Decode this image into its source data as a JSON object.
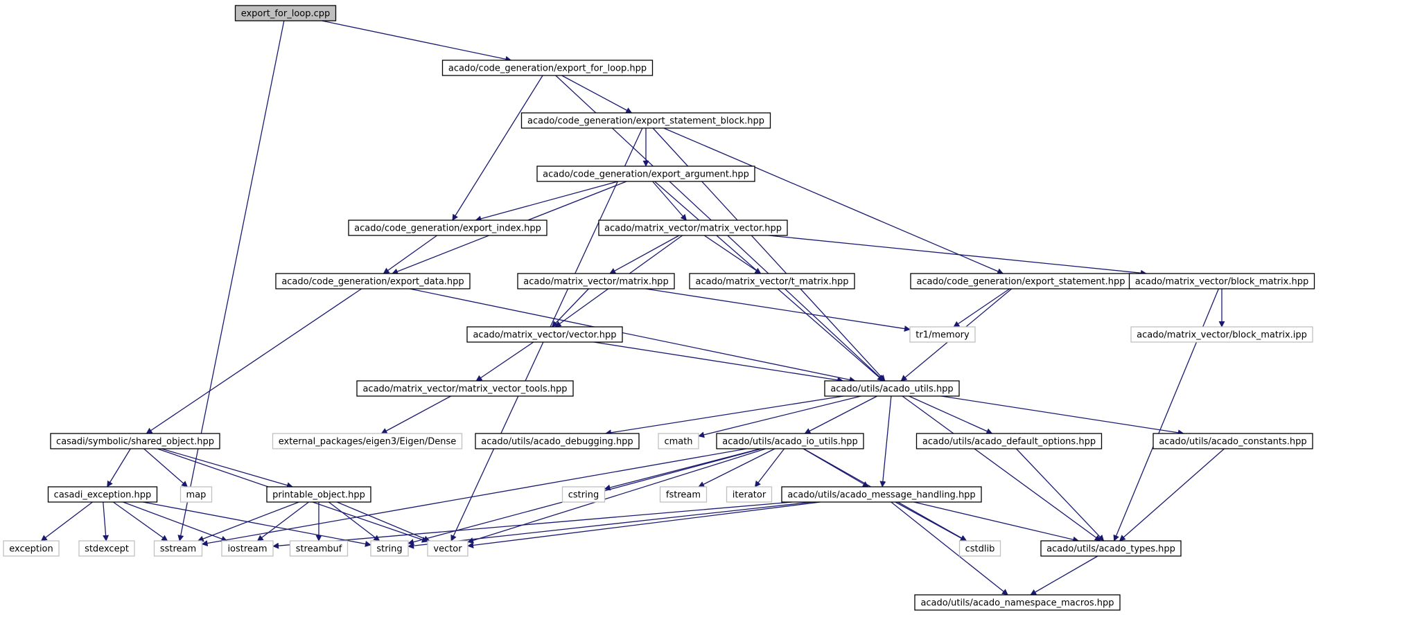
{
  "graph": {
    "colors": {
      "edge": "#191970",
      "root_fill": "#bfbfbf",
      "node_border": "#000000",
      "external_border": "#bfbfbf",
      "text": "#000000"
    },
    "nodes": [
      {
        "id": "root",
        "label": "export_for_loop.cpp",
        "kind": "root"
      },
      {
        "id": "efl_hpp",
        "label": "acado/code_generation/export_for_loop.hpp",
        "kind": "internal"
      },
      {
        "id": "esb",
        "label": "acado/code_generation/export_statement_block.hpp",
        "kind": "internal"
      },
      {
        "id": "earg",
        "label": "acado/code_generation/export_argument.hpp",
        "kind": "internal"
      },
      {
        "id": "eidx",
        "label": "acado/code_generation/export_index.hpp",
        "kind": "internal"
      },
      {
        "id": "mvmv",
        "label": "acado/matrix_vector/matrix_vector.hpp",
        "kind": "internal"
      },
      {
        "id": "edata",
        "label": "acado/code_generation/export_data.hpp",
        "kind": "internal"
      },
      {
        "id": "mvm",
        "label": "acado/matrix_vector/matrix.hpp",
        "kind": "internal"
      },
      {
        "id": "mvt",
        "label": "acado/matrix_vector/t_matrix.hpp",
        "kind": "internal"
      },
      {
        "id": "estmt",
        "label": "acado/code_generation/export_statement.hpp",
        "kind": "internal"
      },
      {
        "id": "bm",
        "label": "acado/matrix_vector/block_matrix.hpp",
        "kind": "internal"
      },
      {
        "id": "vec",
        "label": "acado/matrix_vector/vector.hpp",
        "kind": "internal"
      },
      {
        "id": "tr1",
        "label": "tr1/memory",
        "kind": "external"
      },
      {
        "id": "bmipp",
        "label": "acado/matrix_vector/block_matrix.ipp",
        "kind": "external"
      },
      {
        "id": "mvtools",
        "label": "acado/matrix_vector/matrix_vector_tools.hpp",
        "kind": "internal"
      },
      {
        "id": "utils",
        "label": "acado/utils/acado_utils.hpp",
        "kind": "internal"
      },
      {
        "id": "casobj",
        "label": "casadi/symbolic/shared_object.hpp",
        "kind": "internal"
      },
      {
        "id": "eigen",
        "label": "external_packages/eigen3/Eigen/Dense",
        "kind": "external"
      },
      {
        "id": "dbg",
        "label": "acado/utils/acado_debugging.hpp",
        "kind": "internal"
      },
      {
        "id": "cmath",
        "label": "cmath",
        "kind": "external"
      },
      {
        "id": "io",
        "label": "acado/utils/acado_io_utils.hpp",
        "kind": "internal"
      },
      {
        "id": "defopt",
        "label": "acado/utils/acado_default_options.hpp",
        "kind": "internal"
      },
      {
        "id": "consts",
        "label": "acado/utils/acado_constants.hpp",
        "kind": "internal"
      },
      {
        "id": "casexc",
        "label": "casadi_exception.hpp",
        "kind": "internal"
      },
      {
        "id": "map",
        "label": "map",
        "kind": "external"
      },
      {
        "id": "printobj",
        "label": "printable_object.hpp",
        "kind": "internal"
      },
      {
        "id": "cstring",
        "label": "cstring",
        "kind": "external"
      },
      {
        "id": "fstream",
        "label": "fstream",
        "kind": "external"
      },
      {
        "id": "iterator",
        "label": "iterator",
        "kind": "external"
      },
      {
        "id": "msg",
        "label": "acado/utils/acado_message_handling.hpp",
        "kind": "internal"
      },
      {
        "id": "exception",
        "label": "exception",
        "kind": "external"
      },
      {
        "id": "stdexcept",
        "label": "stdexcept",
        "kind": "external"
      },
      {
        "id": "sstream",
        "label": "sstream",
        "kind": "external"
      },
      {
        "id": "iostream",
        "label": "iostream",
        "kind": "external"
      },
      {
        "id": "streambuf",
        "label": "streambuf",
        "kind": "external"
      },
      {
        "id": "string",
        "label": "string",
        "kind": "external"
      },
      {
        "id": "vector",
        "label": "vector",
        "kind": "external"
      },
      {
        "id": "cstdlib",
        "label": "cstdlib",
        "kind": "external"
      },
      {
        "id": "types",
        "label": "acado/utils/acado_types.hpp",
        "kind": "internal"
      },
      {
        "id": "ns",
        "label": "acado/utils/acado_namespace_macros.hpp",
        "kind": "internal"
      }
    ],
    "edges": [
      [
        "root",
        "efl_hpp"
      ],
      [
        "root",
        "sstream"
      ],
      [
        "efl_hpp",
        "esb"
      ],
      [
        "efl_hpp",
        "eidx"
      ],
      [
        "efl_hpp",
        "utils"
      ],
      [
        "esb",
        "earg"
      ],
      [
        "esb",
        "estmt"
      ],
      [
        "esb",
        "vector"
      ],
      [
        "esb",
        "utils"
      ],
      [
        "earg",
        "eidx"
      ],
      [
        "earg",
        "mvmv"
      ],
      [
        "earg",
        "edata"
      ],
      [
        "earg",
        "utils"
      ],
      [
        "eidx",
        "edata"
      ],
      [
        "mvmv",
        "mvm"
      ],
      [
        "mvmv",
        "mvt"
      ],
      [
        "mvmv",
        "vec"
      ],
      [
        "mvmv",
        "bm"
      ],
      [
        "edata",
        "casobj"
      ],
      [
        "edata",
        "utils"
      ],
      [
        "mvm",
        "vec"
      ],
      [
        "mvm",
        "tr1"
      ],
      [
        "estmt",
        "tr1"
      ],
      [
        "estmt",
        "utils"
      ],
      [
        "bm",
        "bmipp"
      ],
      [
        "bm",
        "types"
      ],
      [
        "vec",
        "mvtools"
      ],
      [
        "vec",
        "utils"
      ],
      [
        "mvtools",
        "eigen"
      ],
      [
        "utils",
        "dbg"
      ],
      [
        "utils",
        "cmath"
      ],
      [
        "utils",
        "io"
      ],
      [
        "utils",
        "defopt"
      ],
      [
        "utils",
        "consts"
      ],
      [
        "utils",
        "msg"
      ],
      [
        "utils",
        "types"
      ],
      [
        "casobj",
        "casexc"
      ],
      [
        "casobj",
        "map"
      ],
      [
        "casobj",
        "printobj"
      ],
      [
        "casobj",
        "vector"
      ],
      [
        "io",
        "cstring"
      ],
      [
        "io",
        "fstream"
      ],
      [
        "io",
        "iterator"
      ],
      [
        "io",
        "msg"
      ],
      [
        "io",
        "sstream"
      ],
      [
        "io",
        "vector"
      ],
      [
        "io",
        "string"
      ],
      [
        "io",
        "cstdlib"
      ],
      [
        "defopt",
        "types"
      ],
      [
        "consts",
        "types"
      ],
      [
        "casexc",
        "exception"
      ],
      [
        "casexc",
        "stdexcept"
      ],
      [
        "casexc",
        "sstream"
      ],
      [
        "casexc",
        "iostream"
      ],
      [
        "casexc",
        "string"
      ],
      [
        "printobj",
        "sstream"
      ],
      [
        "printobj",
        "iostream"
      ],
      [
        "printobj",
        "streambuf"
      ],
      [
        "printobj",
        "string"
      ],
      [
        "printobj",
        "vector"
      ],
      [
        "msg",
        "iostream"
      ],
      [
        "msg",
        "string"
      ],
      [
        "msg",
        "vector"
      ],
      [
        "msg",
        "cstdlib"
      ],
      [
        "msg",
        "types"
      ],
      [
        "msg",
        "ns"
      ],
      [
        "types",
        "ns"
      ]
    ]
  }
}
